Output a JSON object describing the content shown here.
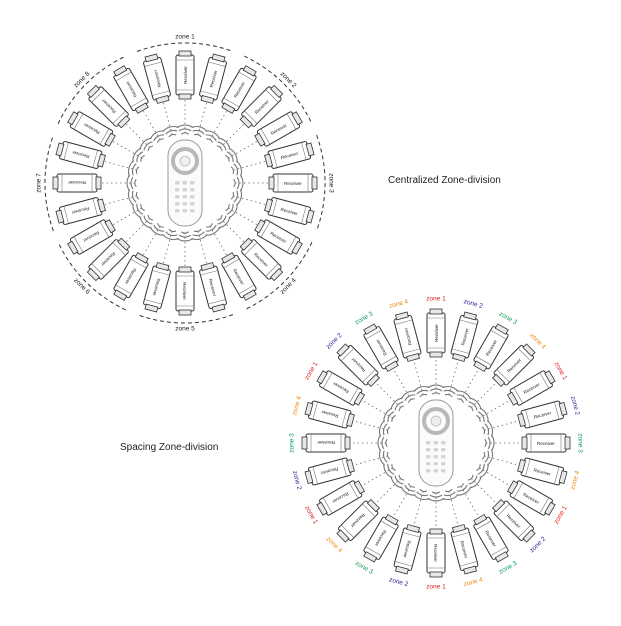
{
  "captions": {
    "centralized": "Centralized Zone-division",
    "spacing": "Spacing Zone-division"
  },
  "receiver_label": "Receiver",
  "colors": {
    "line": "#333333",
    "zone1": "#e02020",
    "zone2": "#2a2a9a",
    "zone3": "#11a05a",
    "zone4": "#ee8a10"
  },
  "centralized": {
    "zone_labels": [
      "zone 1",
      "zone 2",
      "zone 3",
      "zone 4",
      "zone 5",
      "zone 6",
      "zone 7",
      "zone 8"
    ],
    "receiver_count": 24
  },
  "spacing": {
    "zone_labels": [
      "zone 1",
      "zone 2",
      "zone 3",
      "zone 4"
    ],
    "receiver_count": 24
  }
}
